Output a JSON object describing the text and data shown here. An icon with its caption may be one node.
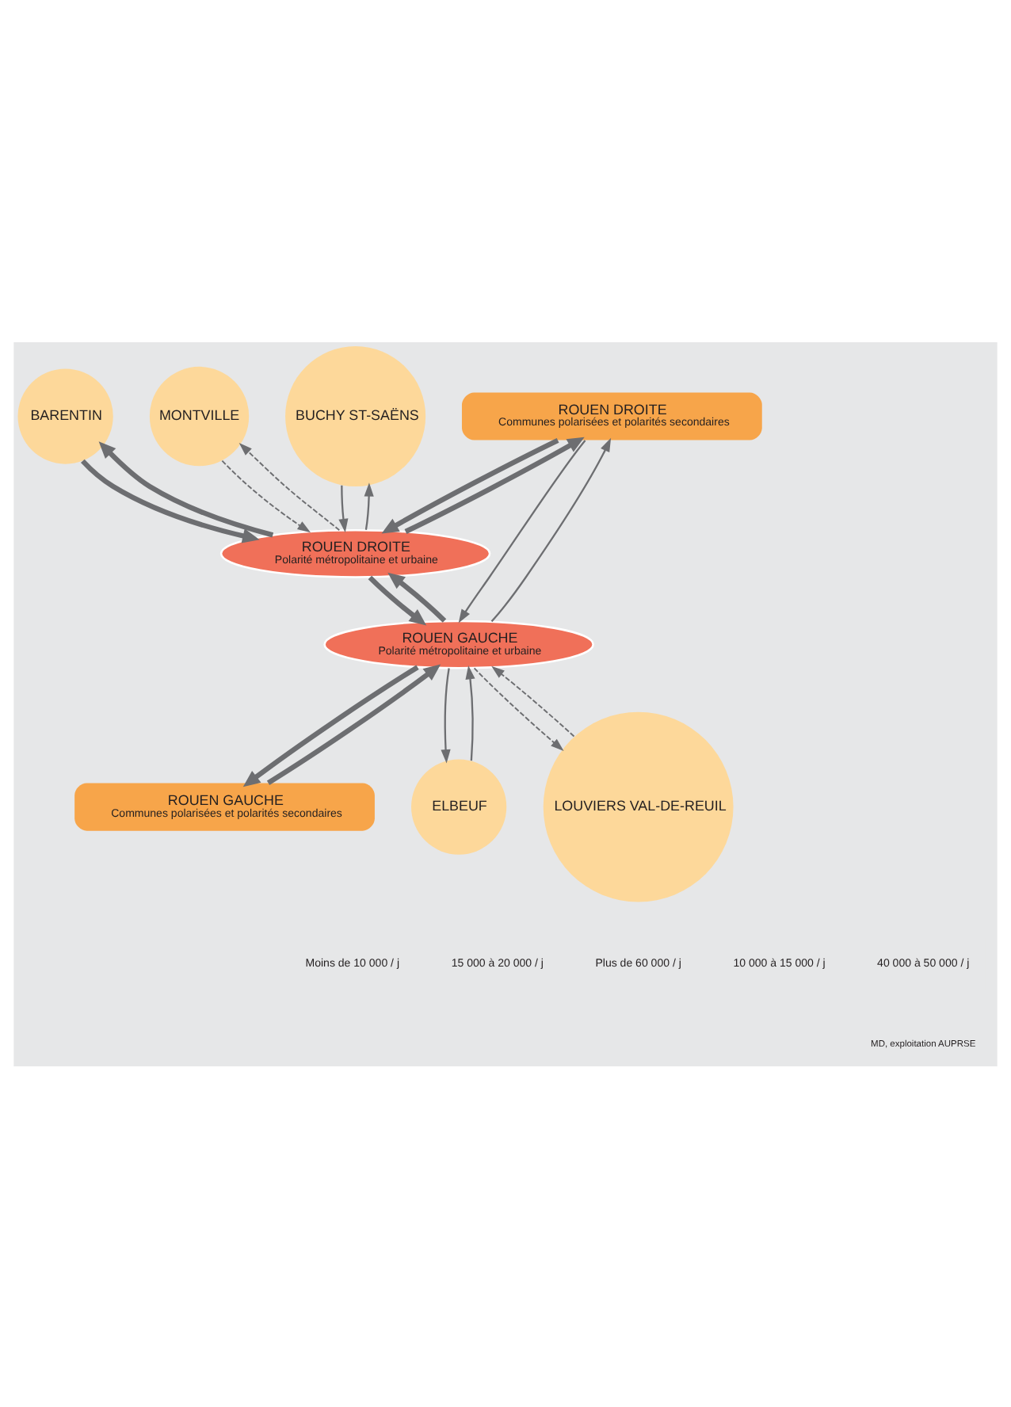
{
  "diagram": {
    "nodes": [
      {
        "text": [
          "BARENTIN"
        ]
      },
      {
        "text": [
          "MONTVILLE"
        ]
      },
      {
        "text": [
          "BUCHY ST-SAËNS"
        ]
      },
      {
        "text": [
          "ROUEN DROITE",
          "Communes polarisées et polarités secondaires"
        ]
      },
      {
        "text": [
          "ROUEN DROITE",
          "Polarité métropolitaine et urbaine"
        ]
      },
      {
        "text": [
          "ROUEN GAUCHE",
          "Polarité métropolitaine et urbaine"
        ]
      },
      {
        "text": [
          "ROUEN GAUCHE",
          "Communes polarisées et polarités secondaires"
        ]
      },
      {
        "text": [
          "ELBEUF"
        ]
      },
      {
        "text": [
          "LOUVIERS VAL-DE-REUIL"
        ]
      }
    ],
    "edges": [
      {
        "from": 1,
        "to": 4,
        "arrow": "to",
        "style": "dashed"
      },
      {
        "from": 4,
        "to": 1,
        "arrow": "to",
        "style": "dashed"
      },
      {
        "from": 0,
        "to": 4,
        "arrow": "to",
        "style": "thick"
      },
      {
        "from": 4,
        "to": 0,
        "arrow": "to",
        "style": "thick"
      },
      {
        "from": 4,
        "to": 2,
        "arrow": "to"
      },
      {
        "from": 2,
        "to": 4,
        "arrow": "to"
      },
      {
        "from": 3,
        "to": 4,
        "arrow": "to",
        "style": "thick"
      },
      {
        "from": 4,
        "to": 3,
        "arrow": "to",
        "style": "thick"
      },
      {
        "from": 4,
        "to": 5,
        "arrow": "to",
        "style": "thick"
      },
      {
        "from": 5,
        "to": 4,
        "arrow": "to",
        "style": "thick"
      },
      {
        "from": 3,
        "to": 5,
        "arrow": "to"
      },
      {
        "from": 5,
        "to": 3,
        "arrow": "to"
      },
      {
        "from": 7,
        "to": 5,
        "arrow": "to"
      },
      {
        "from": 5,
        "to": 7,
        "arrow": "to"
      },
      {
        "from": 5,
        "to": 8,
        "arrow": "to",
        "style": "dashed"
      },
      {
        "from": 8,
        "to": 5,
        "arrow": "to",
        "style": "dashed"
      },
      {
        "from": 5,
        "to": 6,
        "arrow": "to",
        "style": "thick"
      },
      {
        "from": 6,
        "to": 5,
        "arrow": "to",
        "style": "thick"
      }
    ],
    "labels": [
      "MD, exploitation AUPRSE"
    ],
    "legend": [
      {
        "text": "Moins de 10 000 / j"
      },
      {
        "text": "15 000 à 20 000 / j"
      },
      {
        "text": "Plus de 60 000 / j"
      },
      {
        "text": "10 000 à 15 000 / j"
      },
      {
        "text": "40 000 à 50 000 / j"
      }
    ]
  }
}
